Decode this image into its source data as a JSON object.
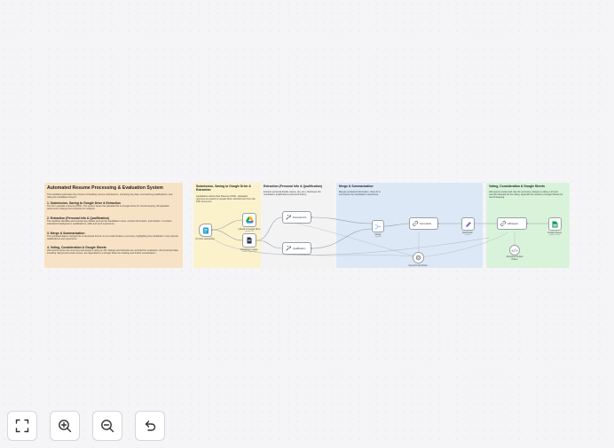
{
  "notes": {
    "main": {
      "title": "Automated Resume Processing & Evaluation System",
      "description": "This workflow automates the process of handling resume submissions, extracting key data, summarizing qualifications, and rating the candidate using AI.",
      "sections": [
        {
          "heading": "1. Submission, Saving to Google Drive & Extraction",
          "text": "The form uploads a resume (PDF). The system saves the uploaded file to Google Drive for record keeping. All uploaded documents undergo text extraction for analysis."
        },
        {
          "heading": "2. Extraction (Personal Info & Qualification)",
          "text": "The workflow identifies and extracts key details such as the candidate's name, contact information, and location. It extracts educational background, qualifications, skills and work experience."
        },
        {
          "heading": "3. Merge & Summarization",
          "text": "The extracted data is merged into a structured format. An AI model creates a summary, highlighting the candidate's most relevant qualifications and experience."
        },
        {
          "heading": "4. Voting, Consideration & Google Sheets",
          "text": "HR experts review the summary and assign a rating (1-10). Ratings and rationale are recorded for evaluation. All processed data, including ratings and review scores, are appended to a Google Sheet for tracking and further consideration."
        }
      ]
    },
    "submission": {
      "title": "Submission, Saving to Google Drive & Extraction",
      "text": "Candidates submit their Resume (PDF). Uploaded resumes are saved to Google Drive. Extracts text from the PDF document."
    },
    "extraction": {
      "title": "Extraction (Personal Info & Qualification)",
      "text": "Extracts personal details (name, city, etc.). Retrieves the candidate's qualifications and work history."
    },
    "merge": {
      "title": "Merge & Summarization",
      "text": "Merges extracted information. Uses AI to summarize the candidate's experience."
    },
    "voting": {
      "title": "Voting, Consideration & Google Sheets",
      "text": "HR experts review and rate the summary. Assigns a rating 1-10 and records rationale for the rating. Appends the results to Google Sheets for record keeping."
    }
  },
  "nodes": {
    "form": {
      "label": "On form submission",
      "icon": "form-icon"
    },
    "gdrive": {
      "label": "Upload to Google Drive",
      "sub": "upload: file",
      "icon": "google-drive-icon"
    },
    "extract": {
      "label": "Extracting resume",
      "sub": "extract: From PDF",
      "icon": "pdf-extract-icon"
    },
    "personal": {
      "label": "Personal Info",
      "icon": "ai-extract-icon"
    },
    "qualif": {
      "label": "Qualification",
      "icon": "ai-extract-icon"
    },
    "merge": {
      "label": "Merge",
      "sub": "append",
      "icon": "merge-icon"
    },
    "summarize": {
      "label": "Summarize",
      "icon": "chain-icon"
    },
    "openai": {
      "label": "OpenAI Chat Model",
      "icon": "openai-icon"
    },
    "hrexpert": {
      "label": "HR Expert",
      "icon": "chain-icon"
    },
    "edit": {
      "label": "Edit Fields",
      "sub": "manual",
      "icon": "pencil-icon"
    },
    "sheets": {
      "label": "Google Sheets",
      "sub": "append: sheet",
      "icon": "google-sheets-icon"
    },
    "parser": {
      "label": "Structured Output Parser",
      "icon": "code-icon"
    }
  },
  "toolbar": {
    "fit": {
      "icon": "fit-view-icon"
    },
    "zoom_in": {
      "icon": "zoom-in-icon"
    },
    "zoom_out": {
      "icon": "zoom-out-icon"
    },
    "undo": {
      "icon": "undo-icon"
    }
  },
  "colors": {
    "canvas_bg": "#f5f5f7",
    "note_main": "#f8e2c5",
    "note_submission": "#fbf2cc",
    "note_extraction": "#f3f3f3",
    "note_merge": "#dce8f6",
    "note_voting": "#d8f3da",
    "google_drive_green": "#1fa463",
    "google_sheets_green": "#0f9d58"
  }
}
